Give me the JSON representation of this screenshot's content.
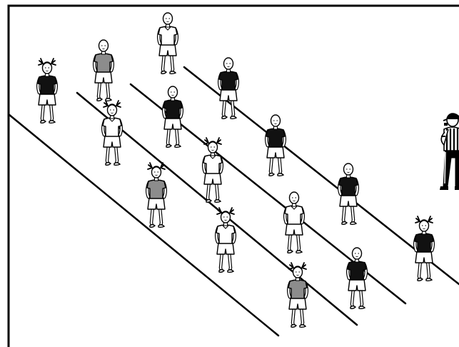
{
  "diagram": {
    "subject": "soccer-formation-illustration",
    "colors": {
      "background": "#ffffff",
      "ink": "#000000",
      "shirt_dark": "#111111",
      "shirt_gray": "#8c8c8c",
      "shirt_white": "#ffffff"
    },
    "lines_count": 4,
    "players": [
      {
        "id": "p1",
        "shirt": "dark",
        "hair": "pigtails"
      },
      {
        "id": "p2",
        "shirt": "gray",
        "hair": "short"
      },
      {
        "id": "p3",
        "shirt": "white",
        "hair": "short"
      },
      {
        "id": "p4",
        "shirt": "white",
        "hair": "pigtails"
      },
      {
        "id": "p5",
        "shirt": "dark",
        "hair": "short"
      },
      {
        "id": "p6",
        "shirt": "dark",
        "hair": "short"
      },
      {
        "id": "p7",
        "shirt": "gray",
        "hair": "pigtails"
      },
      {
        "id": "p8",
        "shirt": "white",
        "hair": "pigtails"
      },
      {
        "id": "p9",
        "shirt": "dark",
        "hair": "short"
      },
      {
        "id": "p10",
        "shirt": "white",
        "hair": "pigtails"
      },
      {
        "id": "p11",
        "shirt": "white",
        "hair": "short"
      },
      {
        "id": "p12",
        "shirt": "dark",
        "hair": "short"
      },
      {
        "id": "p13",
        "shirt": "gray",
        "hair": "pigtails"
      },
      {
        "id": "p14",
        "shirt": "dark",
        "hair": "short"
      },
      {
        "id": "p15",
        "shirt": "dark",
        "hair": "pigtails"
      }
    ],
    "referee": {
      "outfit": "striped-shirt-black-trousers"
    }
  }
}
